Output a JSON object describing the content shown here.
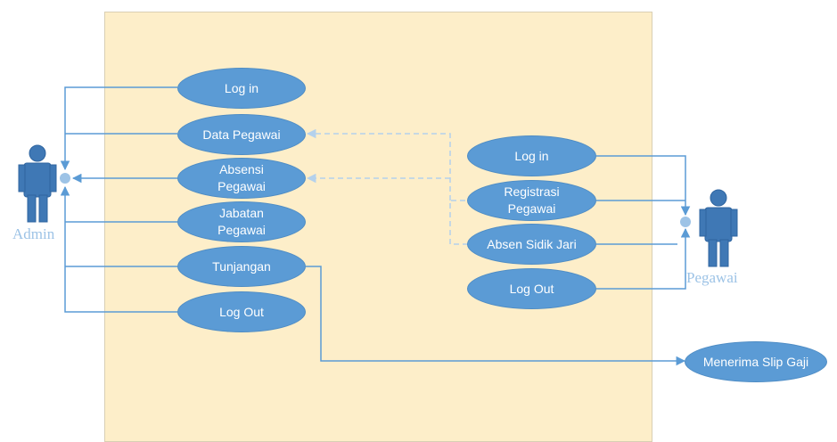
{
  "colors": {
    "boundary_fill": "#fdeec9",
    "usecase_fill": "#5b9bd5",
    "line": "#5b9bd5",
    "dashed_line": "#b4d1ec",
    "actor": "#3f78b5",
    "actor_label": "#9dc3e6"
  },
  "actors": {
    "admin": "Admin",
    "pegawai": "Pegawai"
  },
  "admin_usecases": {
    "login": "Log in",
    "data_pegawai": "Data Pegawai",
    "absensi_pegawai": "Absensi\nPegawai",
    "jabatan_pegawai": "Jabatan\nPegawai",
    "tunjangan": "Tunjangan",
    "logout": "Log Out"
  },
  "pegawai_usecases": {
    "login": "Log in",
    "registrasi_pegawai": "Registrasi\nPegawai",
    "absen_sidik_jari": "Absen Sidik Jari",
    "logout": "Log Out"
  },
  "external_usecase": {
    "menerima_slip_gaji": "Menerima Slip Gaji"
  }
}
